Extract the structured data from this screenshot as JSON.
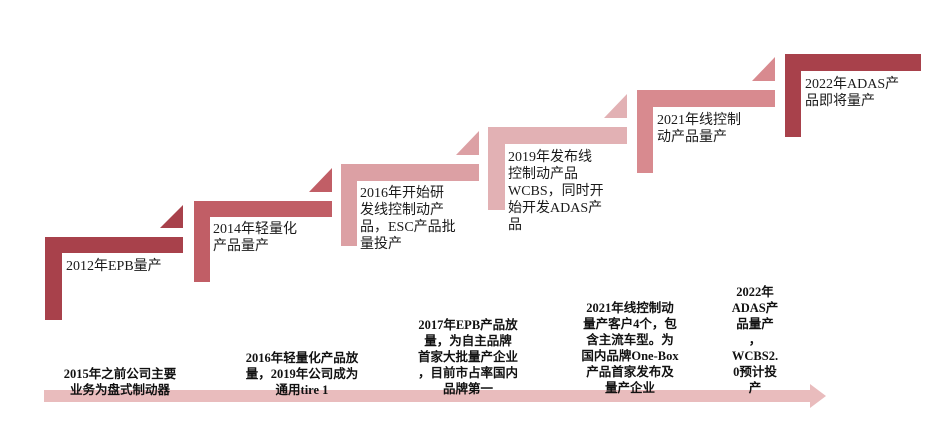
{
  "colors": {
    "step1": "#a8414b",
    "step2": "#c15e66",
    "step3": "#dca0a4",
    "step4": "#e2b1b4",
    "step5": "#d88a8f",
    "step6": "#a8414b",
    "timeline_arrow": "#e9bcbd"
  },
  "steps": [
    {
      "label": "2012年EPB量产"
    },
    {
      "label": "2014年轻量化\n产品量产"
    },
    {
      "label": "2016年开始研\n发线控制动产\n品，ESC产品批\n量投产"
    },
    {
      "label": "2019年发布线\n控制动产品\nWCBS，同时开\n始开发ADAS产\n品"
    },
    {
      "label": "2021年线控制\n动产品量产"
    },
    {
      "label": "2022年ADAS产\n品即将量产"
    }
  ],
  "timeline": [
    {
      "text": "2015年之前公司主要\n业务为盘式制动器"
    },
    {
      "text": "2016年轻量化产品放\n量，2019年公司成为\n通用tire 1"
    },
    {
      "text": "2017年EPB产品放\n量，为自主品牌\n首家大批量产企业\n，目前市占率国内\n品牌第一"
    },
    {
      "text": "2021年线控制动\n量产客户4个，包\n含主流车型。为\n国内品牌One-Box\n产品首家发布及\n量产企业"
    },
    {
      "text": "2022年\nADAS产\n品量产\n，\nWCBS2.\n0预计投\n产"
    }
  ]
}
